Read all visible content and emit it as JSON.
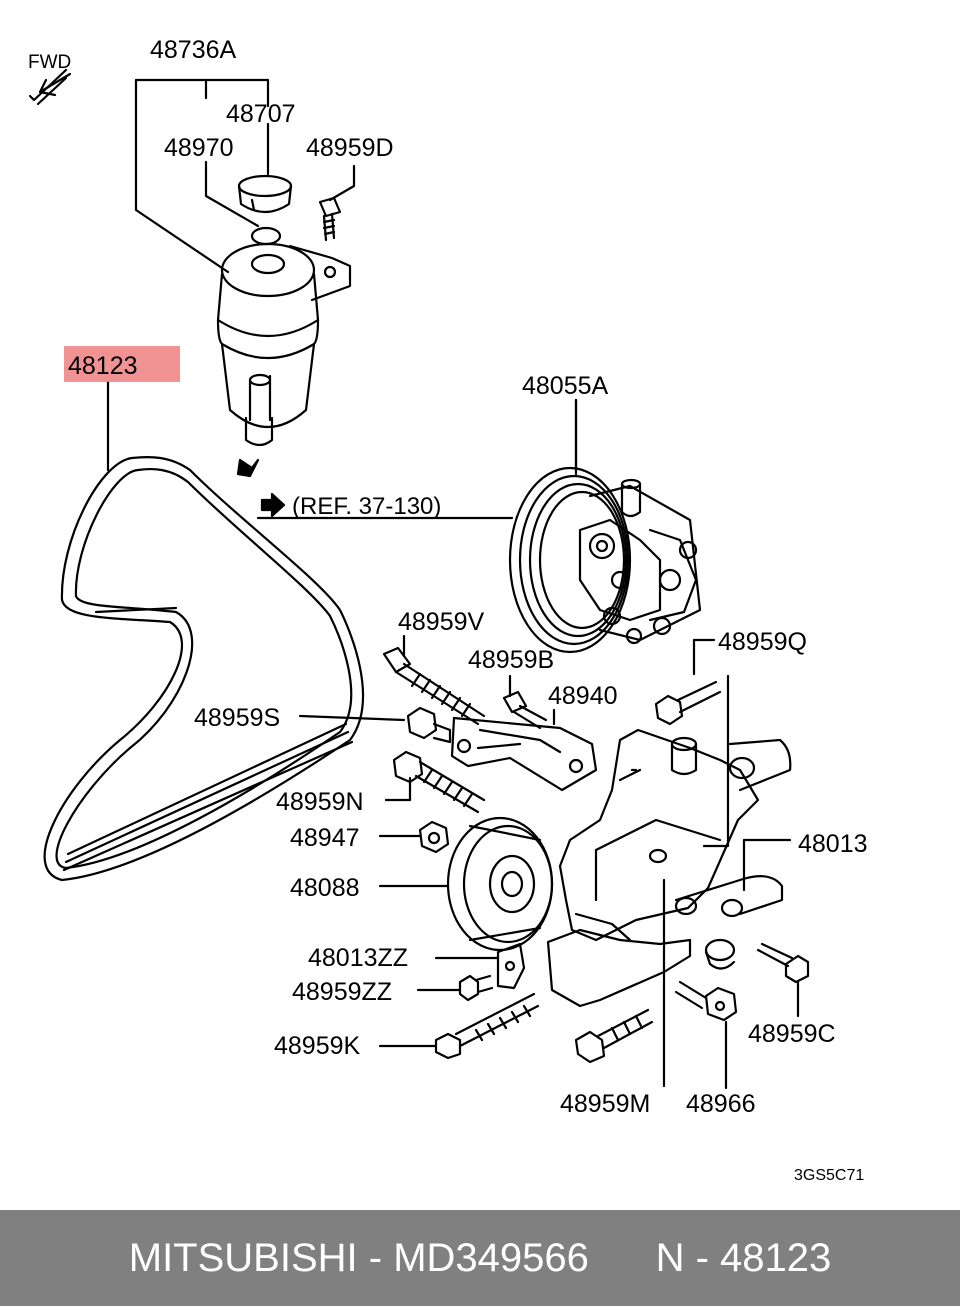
{
  "diagram": {
    "fwd_label": "FWD",
    "ref_label": "(REF. 37-130)",
    "drawing_code": "3GS5C71",
    "highlight_color": "#f08080",
    "labels": {
      "p48736A": "48736A",
      "p48707": "48707",
      "p48970": "48970",
      "p48959D": "48959D",
      "p48123": "48123",
      "p48055A": "48055A",
      "p48959V": "48959V",
      "p48959Q": "48959Q",
      "p48959B": "48959B",
      "p48940": "48940",
      "p48959S": "48959S",
      "p48959N": "48959N",
      "p48947": "48947",
      "p48013": "48013",
      "p48088": "48088",
      "p48013ZZ": "48013ZZ",
      "p48959ZZ": "48959ZZ",
      "p48959C": "48959C",
      "p48959K": "48959K",
      "p48959M": "48959M",
      "p48966": "48966"
    }
  },
  "footer": {
    "brand": "MITSUBISHI",
    "separator1": " - ",
    "part_number": "MD349566",
    "gap": "      ",
    "n_label": "N",
    "separator2": " - ",
    "ref_number": "48123"
  }
}
